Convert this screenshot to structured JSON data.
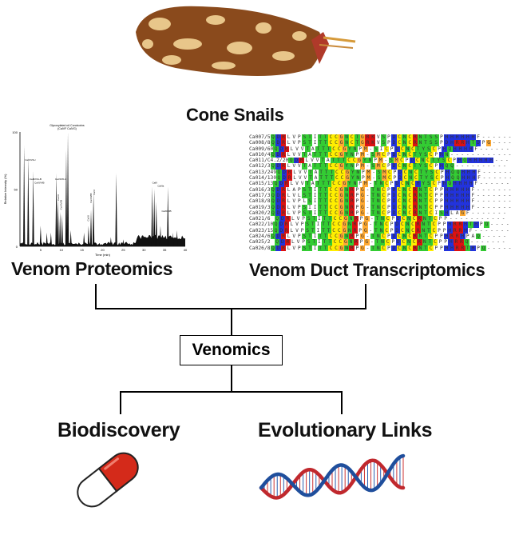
{
  "labels": {
    "cone_snails": "Cone Snails",
    "proteomics": "Venom Proteomics",
    "transcriptomics": "Venom Duct Transcriptomics",
    "venomics": "Venomics",
    "biodiscovery": "Biodiscovery",
    "evolutionary": "Evolutionary Links"
  },
  "chromatogram": {
    "ylabel": "Relative Intensity (%)",
    "xlabel": "Time (min)",
    "yticks": [
      "0",
      "50",
      "100"
    ],
    "xticks": [
      "5",
      "10",
      "15",
      "20",
      "25",
      "30",
      "35",
      "40"
    ],
    "top_label": "Glycosylated κA Conotoxins",
    "top_sublabel": "(CaIVF CaIVG)",
    "peak_labels": [
      "CaVI/VII-c",
      "CaMrIVA-B",
      "CaXI/VIB",
      "CaVI/VII-1",
      "CaVII",
      "CaXIV/IB",
      "CaXII",
      "CaXIII/IB",
      "CaVI",
      "CaIII",
      "CaIIIa",
      "CaXIII/IB"
    ],
    "peaks": [
      [
        1,
        88
      ],
      [
        2,
        78
      ],
      [
        3.2,
        66
      ],
      [
        5,
        18
      ],
      [
        6.5,
        12
      ],
      [
        7.5,
        12
      ],
      [
        8.8,
        64
      ],
      [
        9.2,
        42
      ],
      [
        9.7,
        30
      ],
      [
        10.2,
        28
      ],
      [
        11.2,
        84
      ],
      [
        11.6,
        100
      ],
      [
        12.3,
        14
      ],
      [
        15.5,
        12
      ],
      [
        16.6,
        18
      ],
      [
        17.2,
        32
      ],
      [
        17.8,
        47
      ],
      [
        22,
        8
      ],
      [
        23.3,
        64
      ],
      [
        25,
        6
      ],
      [
        28.5,
        8
      ],
      [
        32,
        52
      ],
      [
        32.5,
        50
      ],
      [
        33,
        39
      ],
      [
        34,
        18
      ],
      [
        35.8,
        52
      ],
      [
        37,
        12
      ],
      [
        38,
        14
      ]
    ]
  },
  "alignment": {
    "rows": [
      {
        "id": "Ca007/5",
        "seq": "QDRLVPSTITTCCGNCTGRKVSPDCNCRNTSSPHHHHHHF-------"
      },
      {
        "id": "Ca008/8",
        "seq": "QDRLVPSTITTCCGNCTGRKVSPDCNCRNTSSPDHRRHTDPG------"
      },
      {
        "id": "Ca009/60",
        "seq": "QDRLVVTATTTCCGYNPM-SICPDCNCTYSCPHQHHHHF--------"
      },
      {
        "id": "Ca010/4",
        "seq": "QDRLVVTATTTCCGYNPM-SMCPDCNCTYSCPHN------------"
      },
      {
        "id": "Ca011/C4.2/20",
        "seq": "QDRLVVTATTTCCGYNPM-SMCPDCNCTYSCPHQHHHHH-------"
      },
      {
        "id": "Ca012/3",
        "seq": "QDRLVVTATTTCCGYNPM-SMCPDCNCTYSCPHQQ----------"
      },
      {
        "id": "Ca013/249",
        "seq": "QDRLVVTATTTCCGYNPM-SMCPDCNCTYSCPHQQHHHF-------"
      },
      {
        "id": "Ca014/130",
        "seq": "QDRLVVTATTTCCGYNPM-SMCPDCNCTYSCPHQQHHHF-------"
      },
      {
        "id": "Ca015/13",
        "seq": "QDRLVVTATTTCCGYNPM-TNCPDCNCHYSCPHQHHHHF-------"
      },
      {
        "id": "Ca016/3",
        "seq": "QDRLAPSTITTCCGNRPG-TNCPDCNCRNTCPPHHHHHF-------"
      },
      {
        "id": "Ca017/3",
        "seq": "QDRLVLSTITTCCGNRPG-TNCPDCNCRNTCPPHHHHHF-------"
      },
      {
        "id": "Ca018/8",
        "seq": "QDRLVPLSITTCCGNRPG-TNCPDCNCRNTCPPHHHHHF-------"
      },
      {
        "id": "Ca019/3",
        "seq": "QDRLVPSIITTCCGNRPG-TNCPDCNCRNTCPPHHHHHF-------"
      },
      {
        "id": "Ca020/2",
        "seq": "QDRLVPSTITTCCGNRPG-TNCPDCNCRNTCISHLAGF-------"
      },
      {
        "id": "Ca021/6",
        "seq": "QDRLVPSTITTCCGNRPG-TNCPDCNCRNTCPP-----------"
      },
      {
        "id": "Ca022/10",
        "seq": "QDRLVPSTITTCCGNRPG-TNCPDCNCRNTCPPHRRHTHPQ-----"
      },
      {
        "id": "Ca023/15",
        "seq": "QDRLVPSTITTCCGNRPG-TNCPDCNCRNTCPPHRRHF--------"
      },
      {
        "id": "Ca024/6",
        "seq": "QDRLVPSTITTCCGNRPG-TNCPDCNCRNTCPPHRRHPAQ-----"
      },
      {
        "id": "Ca025/2",
        "seq": "QDRLVPSTITTCCGNRPG-TNCPDCNCRNTCPPHRRQ-------"
      },
      {
        "id": "Ca026/8",
        "seq": "QDRLVPSTITTCCGNRPG-TNCPDCNCRNTCPPHHRRTHPQ-----"
      }
    ],
    "colors": {
      "Q": "#33cc33",
      "S": "#33cc33",
      "T": "#33cc33",
      "N": "#33cc33",
      "G": "#ffaa33",
      "C": "#ffee00",
      "D": "#2233dd",
      "H": "#2233dd",
      "R": "#dd1111",
      "K": "#dd1111",
      "E": "#dd1111",
      "M": "#ffaa33",
      "Y": "#33cc33"
    }
  }
}
